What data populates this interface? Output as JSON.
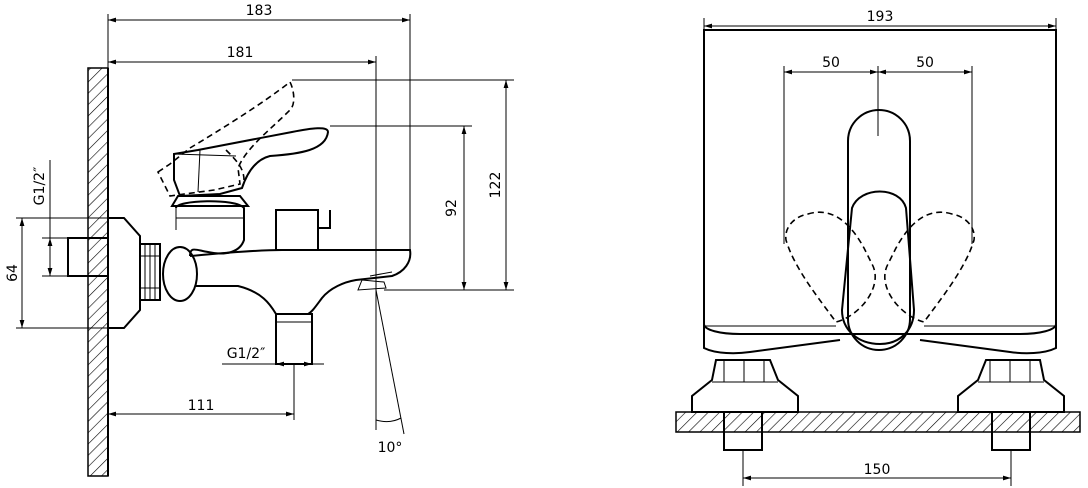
{
  "side_view": {
    "dims": {
      "width_overall": "183",
      "width_spout": "181",
      "height_total": "122",
      "height_spout": "92",
      "inlet_center": "64",
      "thread_top": "G1/2″",
      "thread_bottom": "G1/2″",
      "wall_offset": "111",
      "angle": "10°"
    }
  },
  "front_view": {
    "dims": {
      "width_body": "193",
      "handle_left": "50",
      "handle_right": "50",
      "inlet_spacing": "150"
    }
  }
}
